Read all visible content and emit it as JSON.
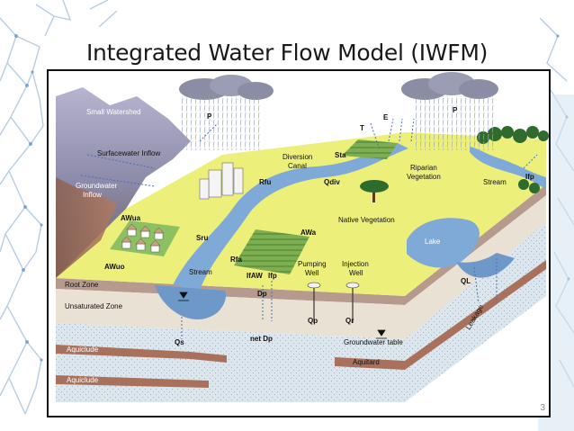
{
  "slide": {
    "title": "Integrated Water Flow Model (IWFM)",
    "page_number": "3"
  },
  "diagram": {
    "labels": {
      "small_watershed": "Small Watershed",
      "surfacewater_inflow": "Surfacewater Inflow",
      "groundwater_inflow_1": "Groundwater",
      "groundwater_inflow_2": "Inflow",
      "diversion_canal_1": "Diversion",
      "diversion_canal_2": "Canal",
      "riparian_1": "Riparian",
      "riparian_2": "Vegetation",
      "native_vegetation": "Native Vegetation",
      "stream_right": "Stream",
      "stream_left": "Stream",
      "lake": "Lake",
      "pumping_1": "Pumping",
      "pumping_2": "Well",
      "injection_1": "Injection",
      "injection_2": "Well",
      "root_zone": "Root Zone",
      "unsaturated_zone": "Unsaturated Zone",
      "aquiclude_1": "Aquiclude",
      "aquiclude_2": "Aquiclude",
      "aquitard": "Aquitard",
      "groundwater_table": "Groundwater table",
      "leakage": "Leakage"
    },
    "symbols": {
      "p_left": "P",
      "p_right": "P",
      "t": "T",
      "e": "E",
      "s_ta": "Sta",
      "r_fu": "Rfu",
      "q_div": "Qdiv",
      "i_fp": "Ifp",
      "aw_ua": "AWua",
      "aw_uo": "AWuo",
      "s_ru": "Sru",
      "aw_a": "AWa",
      "r_fa": "Rfa",
      "i_faw": "IfAW",
      "i_fp_mid": "Ifp",
      "d_p": "Dp",
      "net_dp": "net Dp",
      "q_s": "Qs",
      "q_p": "Qp",
      "q_r": "Qr",
      "q_l": "QL"
    },
    "colors": {
      "land": "#ecef7a",
      "water": "#7fa9d6",
      "soil": "#b89a8c",
      "aquifer": "#d7e3ec",
      "clay": "#a56a55"
    }
  }
}
